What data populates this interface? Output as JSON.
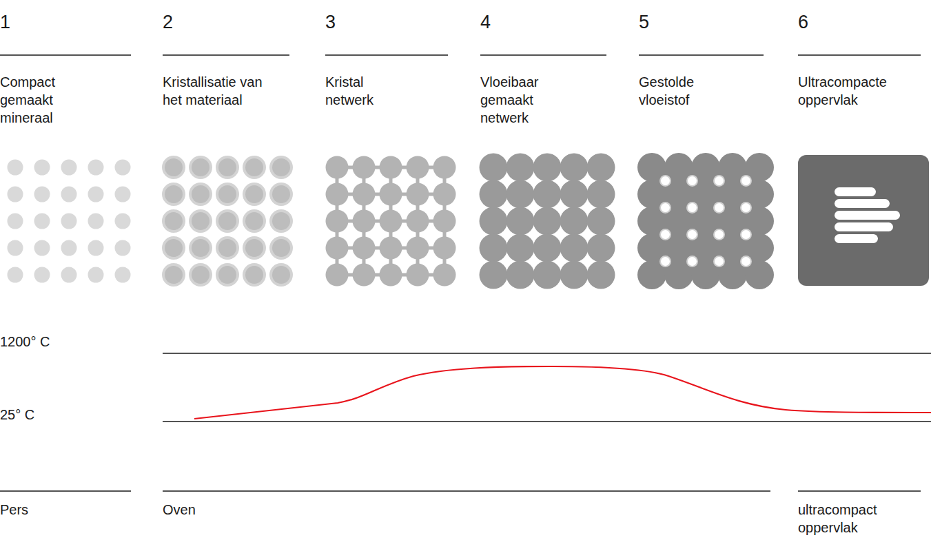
{
  "diagram": {
    "labels": [
      "1",
      "Compact gemaakt mineraal",
      "2",
      "Kristallisatie van het materiaal",
      "3",
      "Kristal netwerk",
      "4",
      "Vloeibaar gemaakt netwerk",
      "5",
      "Gestolde vloeistof",
      "6",
      "Ultracompacte oppervlak",
      "1200° C",
      "25° C",
      "Pers",
      "Oven",
      "ultracompact oppervlak"
    ]
  }
}
